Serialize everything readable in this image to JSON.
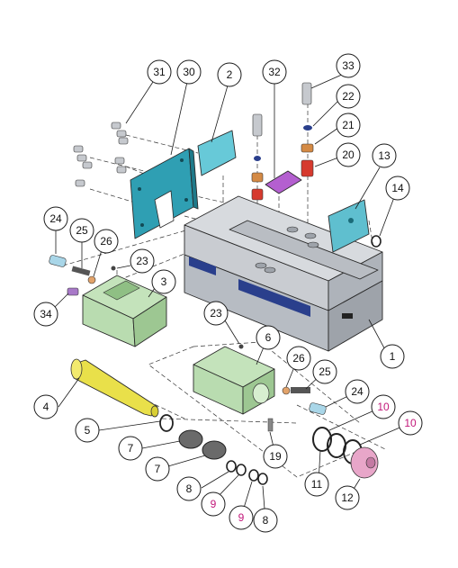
{
  "diagram": {
    "type": "exploded parts diagram",
    "colors": {
      "body_gray": "#c9ccd1",
      "body_gray_dark": "#9ea3aa",
      "blue_plate": "#2f9fb3",
      "green_jaw": "#b9dcb0",
      "yellow_screw": "#e9e04a",
      "pink_nut": "#e8a6c9",
      "purple_spring": "#a879c8",
      "copper": "#d48a45",
      "red_part": "#d63a2e",
      "magenta_label": "#c2187a",
      "navy_strip": "#2a3f8c"
    },
    "callouts": [
      {
        "id": "c31",
        "label": "31",
        "color": "black"
      },
      {
        "id": "c30",
        "label": "30",
        "color": "black"
      },
      {
        "id": "c2",
        "label": "2",
        "color": "black"
      },
      {
        "id": "c32",
        "label": "32",
        "color": "black"
      },
      {
        "id": "c33",
        "label": "33",
        "color": "black"
      },
      {
        "id": "c22",
        "label": "22",
        "color": "black"
      },
      {
        "id": "c21",
        "label": "21",
        "color": "black"
      },
      {
        "id": "c20",
        "label": "20",
        "color": "black"
      },
      {
        "id": "c13",
        "label": "13",
        "color": "black"
      },
      {
        "id": "c14",
        "label": "14",
        "color": "black"
      },
      {
        "id": "c24a",
        "label": "24",
        "color": "black"
      },
      {
        "id": "c25a",
        "label": "25",
        "color": "black"
      },
      {
        "id": "c26a",
        "label": "26",
        "color": "black"
      },
      {
        "id": "c23a",
        "label": "23",
        "color": "black"
      },
      {
        "id": "c3",
        "label": "3",
        "color": "black"
      },
      {
        "id": "c34",
        "label": "34",
        "color": "black"
      },
      {
        "id": "c1",
        "label": "1",
        "color": "black"
      },
      {
        "id": "c23b",
        "label": "23",
        "color": "black"
      },
      {
        "id": "c6",
        "label": "6",
        "color": "black"
      },
      {
        "id": "c26b",
        "label": "26",
        "color": "black"
      },
      {
        "id": "c25b",
        "label": "25",
        "color": "black"
      },
      {
        "id": "c24b",
        "label": "24",
        "color": "black"
      },
      {
        "id": "c10a",
        "label": "10",
        "color": "magenta"
      },
      {
        "id": "c10b",
        "label": "10",
        "color": "magenta"
      },
      {
        "id": "c4",
        "label": "4",
        "color": "black"
      },
      {
        "id": "c5",
        "label": "5",
        "color": "black"
      },
      {
        "id": "c7a",
        "label": "7",
        "color": "black"
      },
      {
        "id": "c7b",
        "label": "7",
        "color": "black"
      },
      {
        "id": "c19",
        "label": "19",
        "color": "black"
      },
      {
        "id": "c8a",
        "label": "8",
        "color": "black"
      },
      {
        "id": "c9a",
        "label": "9",
        "color": "magenta"
      },
      {
        "id": "c9b",
        "label": "9",
        "color": "magenta"
      },
      {
        "id": "c8b",
        "label": "8",
        "color": "black"
      },
      {
        "id": "c11",
        "label": "11",
        "color": "black"
      },
      {
        "id": "c12",
        "label": "12",
        "color": "black"
      }
    ]
  }
}
